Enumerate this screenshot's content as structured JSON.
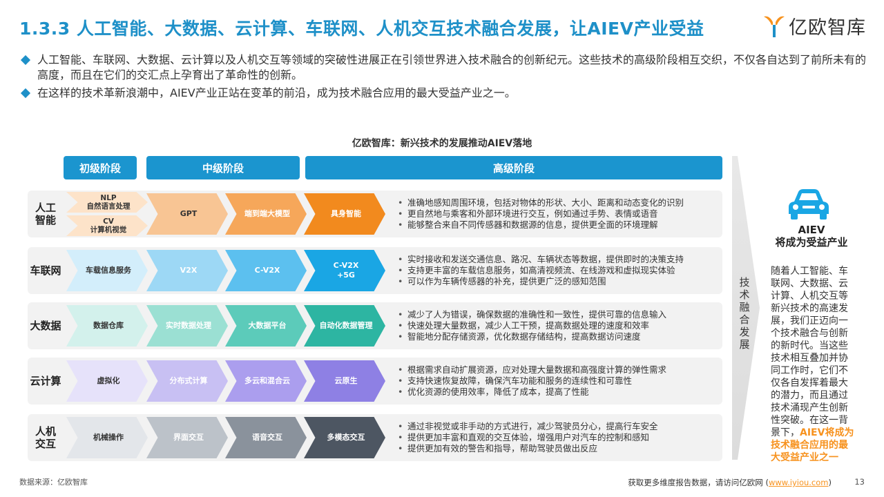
{
  "title": "1.3.3 人工智能、大数据、云计算、车联网、人机交互技术融合发展，让AIEV产业受益",
  "logo": {
    "text": "亿欧智库"
  },
  "bullets": [
    "人工智能、车联网、大数据、云计算以及人机交互等领域的突破性进展正在引领世界进入技术融合的创新纪元。这些技术的高级阶段相互交织，不仅各自达到了前所未有的高度，而且在它们的交汇点上孕育出了革命性的创新。",
    "在这样的技术革新浪潮中，AIEV产业正站在变革的前沿，成为技术融合应用的最大受益产业之一。"
  ],
  "diagram": {
    "title": "亿欧智库：新兴技术的发展推动AIEV落地",
    "stages": [
      "初级阶段",
      "中级阶段",
      "高级阶段"
    ],
    "rows": [
      {
        "label": "人工智能",
        "primary": [
          "NLP\n自然语言处理",
          "CV\n计算机视觉"
        ],
        "mid": [
          "GPT",
          "端到端大模型"
        ],
        "adv": "具身智能",
        "desc": [
          "准确地感知周围环境，包括对物体的形状、大小、距离和动态变化的识别",
          "更自然地与乘客和外部环境进行交互，例如通过手势、表情或语音",
          "能够整合来自不同传感器和数据源的信息，提供更全面的环境理解"
        ]
      },
      {
        "label": "车联网",
        "primary": [
          "车载信息服务"
        ],
        "mid": [
          "V2X",
          "C-V2X"
        ],
        "adv": "C-V2X\n+5G",
        "desc": [
          "实时接收和发送交通信息、路况、车辆状态等数据，提供即时的决策支持",
          "支持更丰富的车载信息服务，如高清视频流、在线游戏和虚拟现实体验",
          "可以作为车辆传感器的补充，提供更广泛的感知范围"
        ]
      },
      {
        "label": "大数据",
        "primary": [
          "数据仓库"
        ],
        "mid": [
          "实时数据处理",
          "大数据平台"
        ],
        "adv": "自动化数据管理",
        "desc": [
          "减少了人为错误，确保数据的准确性和一致性，提供可靠的信息输入",
          "快速处理大量数据，减少人工干预，提高数据处理的速度和效率",
          "智能地分配存储资源，优化数据存储结构，提高数据访问速度"
        ]
      },
      {
        "label": "云计算",
        "primary": [
          "虚拟化"
        ],
        "mid": [
          "分布式计算",
          "多云和混合云"
        ],
        "adv": "云原生",
        "desc": [
          "根据需求自动扩展资源，应对处理大量数据和高强度计算的弹性需求",
          "支持快速恢复故障，确保汽车功能和服务的连续性和可靠性",
          "优化资源的使用效率，降低了成本，提高了性能"
        ]
      },
      {
        "label": "人机交互",
        "primary": [
          "机械操作"
        ],
        "mid": [
          "界面交互",
          "语音交互"
        ],
        "adv": "多模态交互",
        "desc": [
          "通过非视觉或非手动的方式进行，减少驾驶员分心，提高行车安全",
          "提供更加丰富和直观的交互体验，增强用户对汽车的控制和感知",
          "提供更加有效的警告和指导，帮助驾驶员做出反应"
        ]
      }
    ],
    "arrow_text": "技术融合发展",
    "aiev": {
      "title_line1": "AIEV",
      "title_line2": "将成为受益产业",
      "desc": "随着人工智能、车联网、大数据、云计算、人机交互等新兴技术的高速发展，我们正迈向一个技术融合与创新的新时代。当这些技术相互叠加并协同工作时，它们不仅各自发挥着最大的潜力，而且通过技术涌现产生创新性突破。在这一背景下，",
      "highlight": "AIEV将成为技术融合应用的最大受益产业之一"
    }
  },
  "source": "数据来源：亿欧智库",
  "footer": {
    "text": "获取更多维度报告数据，请访问亿欧网 (",
    "link": "www.iyiou.com",
    "close": ")"
  },
  "page_number": "13",
  "colors": {
    "accent": "#1e90c8",
    "stage_header": "#1b95cf",
    "highlight": "#f7921e",
    "ai": [
      "#fde3c9",
      "#f8c594",
      "#f6a75a",
      "#f28a1e"
    ],
    "iov": [
      "#d3eefb",
      "#9dd8f5",
      "#5cc0ef",
      "#1aa6e4"
    ],
    "bigdata": [
      "#d3f1ec",
      "#9be0d3",
      "#5ccbba",
      "#2db5a2"
    ],
    "cloud": [
      "#e6e2fa",
      "#c8c0f3",
      "#ab9eee",
      "#8e80e4"
    ],
    "hci": [
      "#e3e6ea",
      "#bcc2c9",
      "#8a929c",
      "#4d5662"
    ]
  }
}
